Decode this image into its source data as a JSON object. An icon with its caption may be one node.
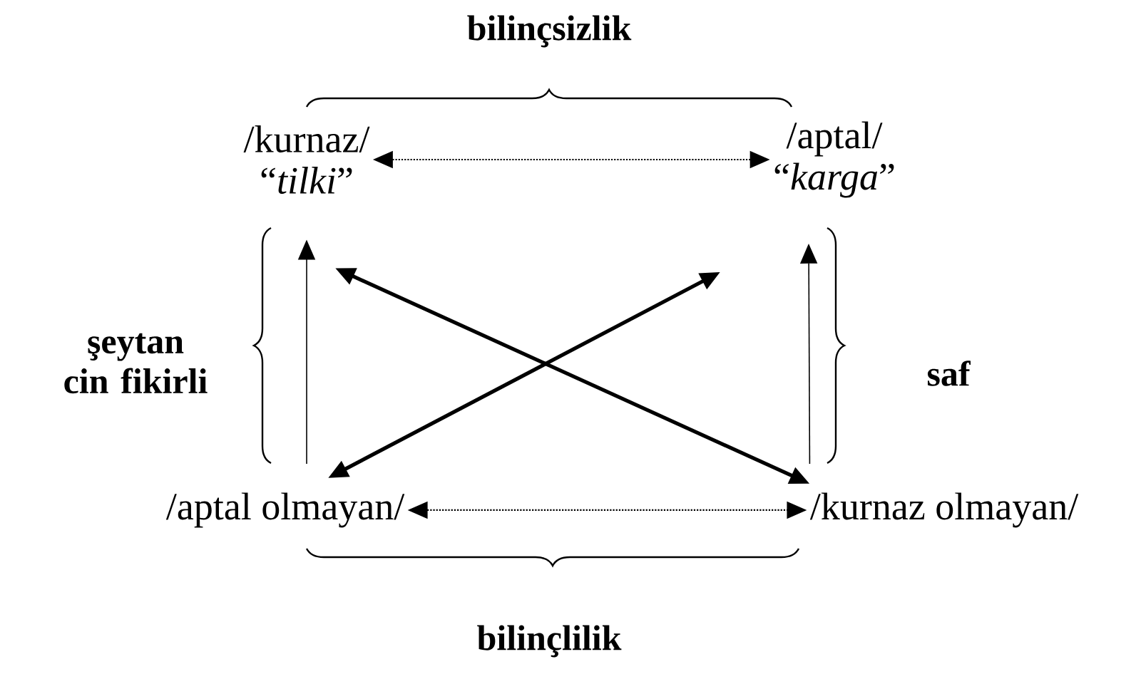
{
  "diagram": {
    "nodes": [
      {
        "text": [
          "/kurnaz/",
          "“*tilki*”"
        ]
      },
      {
        "text": [
          "/aptal/",
          "“*karga*”"
        ]
      },
      {
        "text": [
          "/aptal olmayan/"
        ]
      },
      {
        "text": [
          "/kurnaz olmayan/"
        ]
      }
    ],
    "edges": [
      {
        "from": 0,
        "to": 1,
        "arrow": "both",
        "style": "dashed"
      },
      {
        "from": 2,
        "to": 3,
        "arrow": "both",
        "style": "dashed"
      },
      {
        "from": 2,
        "to": 0,
        "arrow": "to"
      },
      {
        "from": 3,
        "to": 1,
        "arrow": "to"
      },
      {
        "from": 0,
        "to": 3,
        "arrow": "both",
        "style": "thick"
      },
      {
        "from": 1,
        "to": 2,
        "arrow": "both",
        "style": "thick"
      }
    ],
    "labels": [
      "bilinçsizlik",
      "şeytan cin fikirli",
      "saf",
      "bilinçlilik"
    ]
  }
}
